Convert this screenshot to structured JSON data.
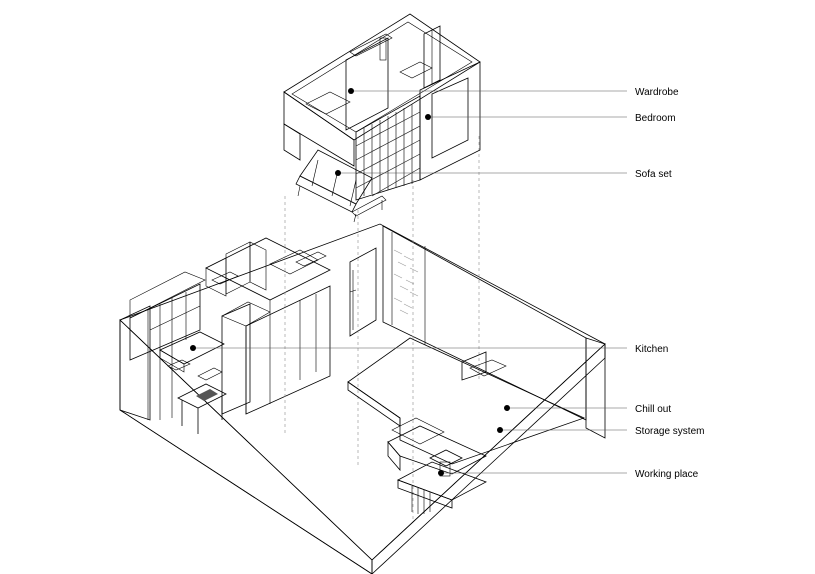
{
  "colors": {
    "line": "#000000",
    "fill_gray": "#8c8c8c",
    "fill_dark": "#6f6f6f",
    "background": "#ffffff"
  },
  "labels": [
    {
      "id": "wardrobe",
      "text": "Wardrobe"
    },
    {
      "id": "bedroom",
      "text": "Bedroom"
    },
    {
      "id": "sofa-set",
      "text": "Sofa set"
    },
    {
      "id": "kitchen",
      "text": "Kitchen"
    },
    {
      "id": "chill-out",
      "text": "Chill out"
    },
    {
      "id": "storage-system",
      "text": "Storage system"
    },
    {
      "id": "working-place",
      "text": "Working place"
    }
  ]
}
